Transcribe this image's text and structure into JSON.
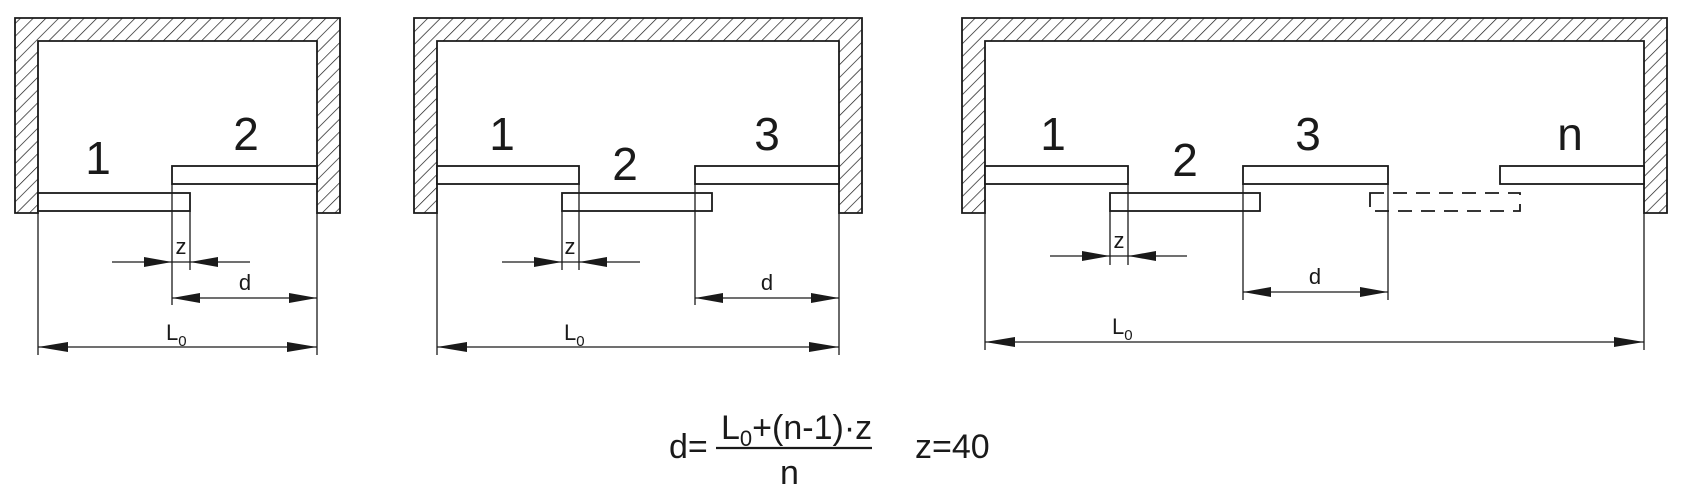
{
  "diagrams": [
    {
      "panel_labels": [
        "1",
        "2"
      ],
      "dim_z": "z",
      "dim_d": "d",
      "dim_L": "L",
      "dim_L_sub": "0"
    },
    {
      "panel_labels": [
        "1",
        "2",
        "3"
      ],
      "dim_z": "z",
      "dim_d": "d",
      "dim_L": "L",
      "dim_L_sub": "0"
    },
    {
      "panel_labels": [
        "1",
        "2",
        "3",
        "n"
      ],
      "dim_z": "z",
      "dim_d": "d",
      "dim_L": "L",
      "dim_L_sub": "0"
    }
  ],
  "formula": {
    "lhs": "d=",
    "numerator_L": "L",
    "numerator_sub": "0",
    "numerator_rest": "+(n-1)·z",
    "denominator": "n",
    "constant": "z=40"
  }
}
